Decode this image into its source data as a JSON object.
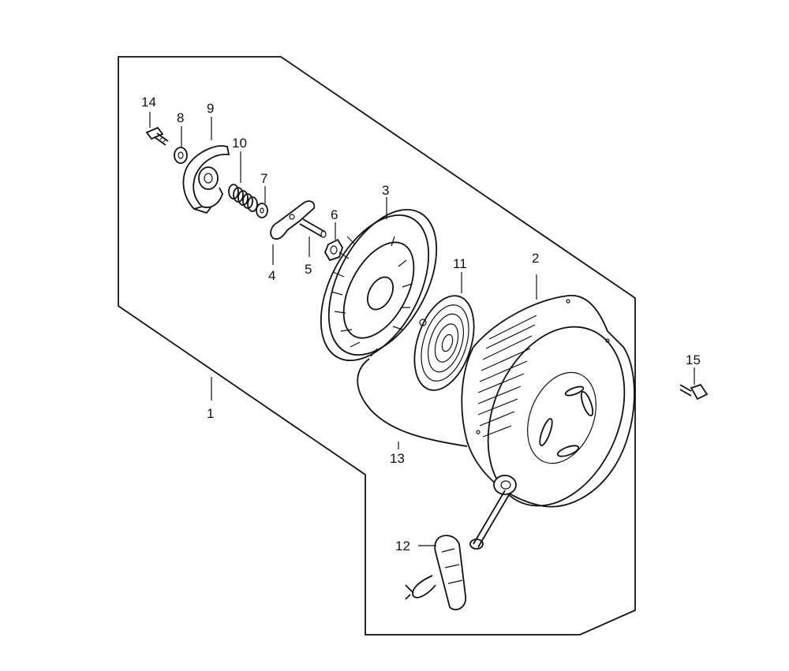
{
  "diagram": {
    "part_numbers": {
      "p1": "1",
      "p2": "2",
      "p3": "3",
      "p4": "4",
      "p5": "5",
      "p6": "6",
      "p7": "7",
      "p8": "8",
      "p9": "9",
      "p10": "10",
      "p11": "11",
      "p12": "12",
      "p13": "13",
      "p14": "14",
      "p15": "15"
    }
  }
}
